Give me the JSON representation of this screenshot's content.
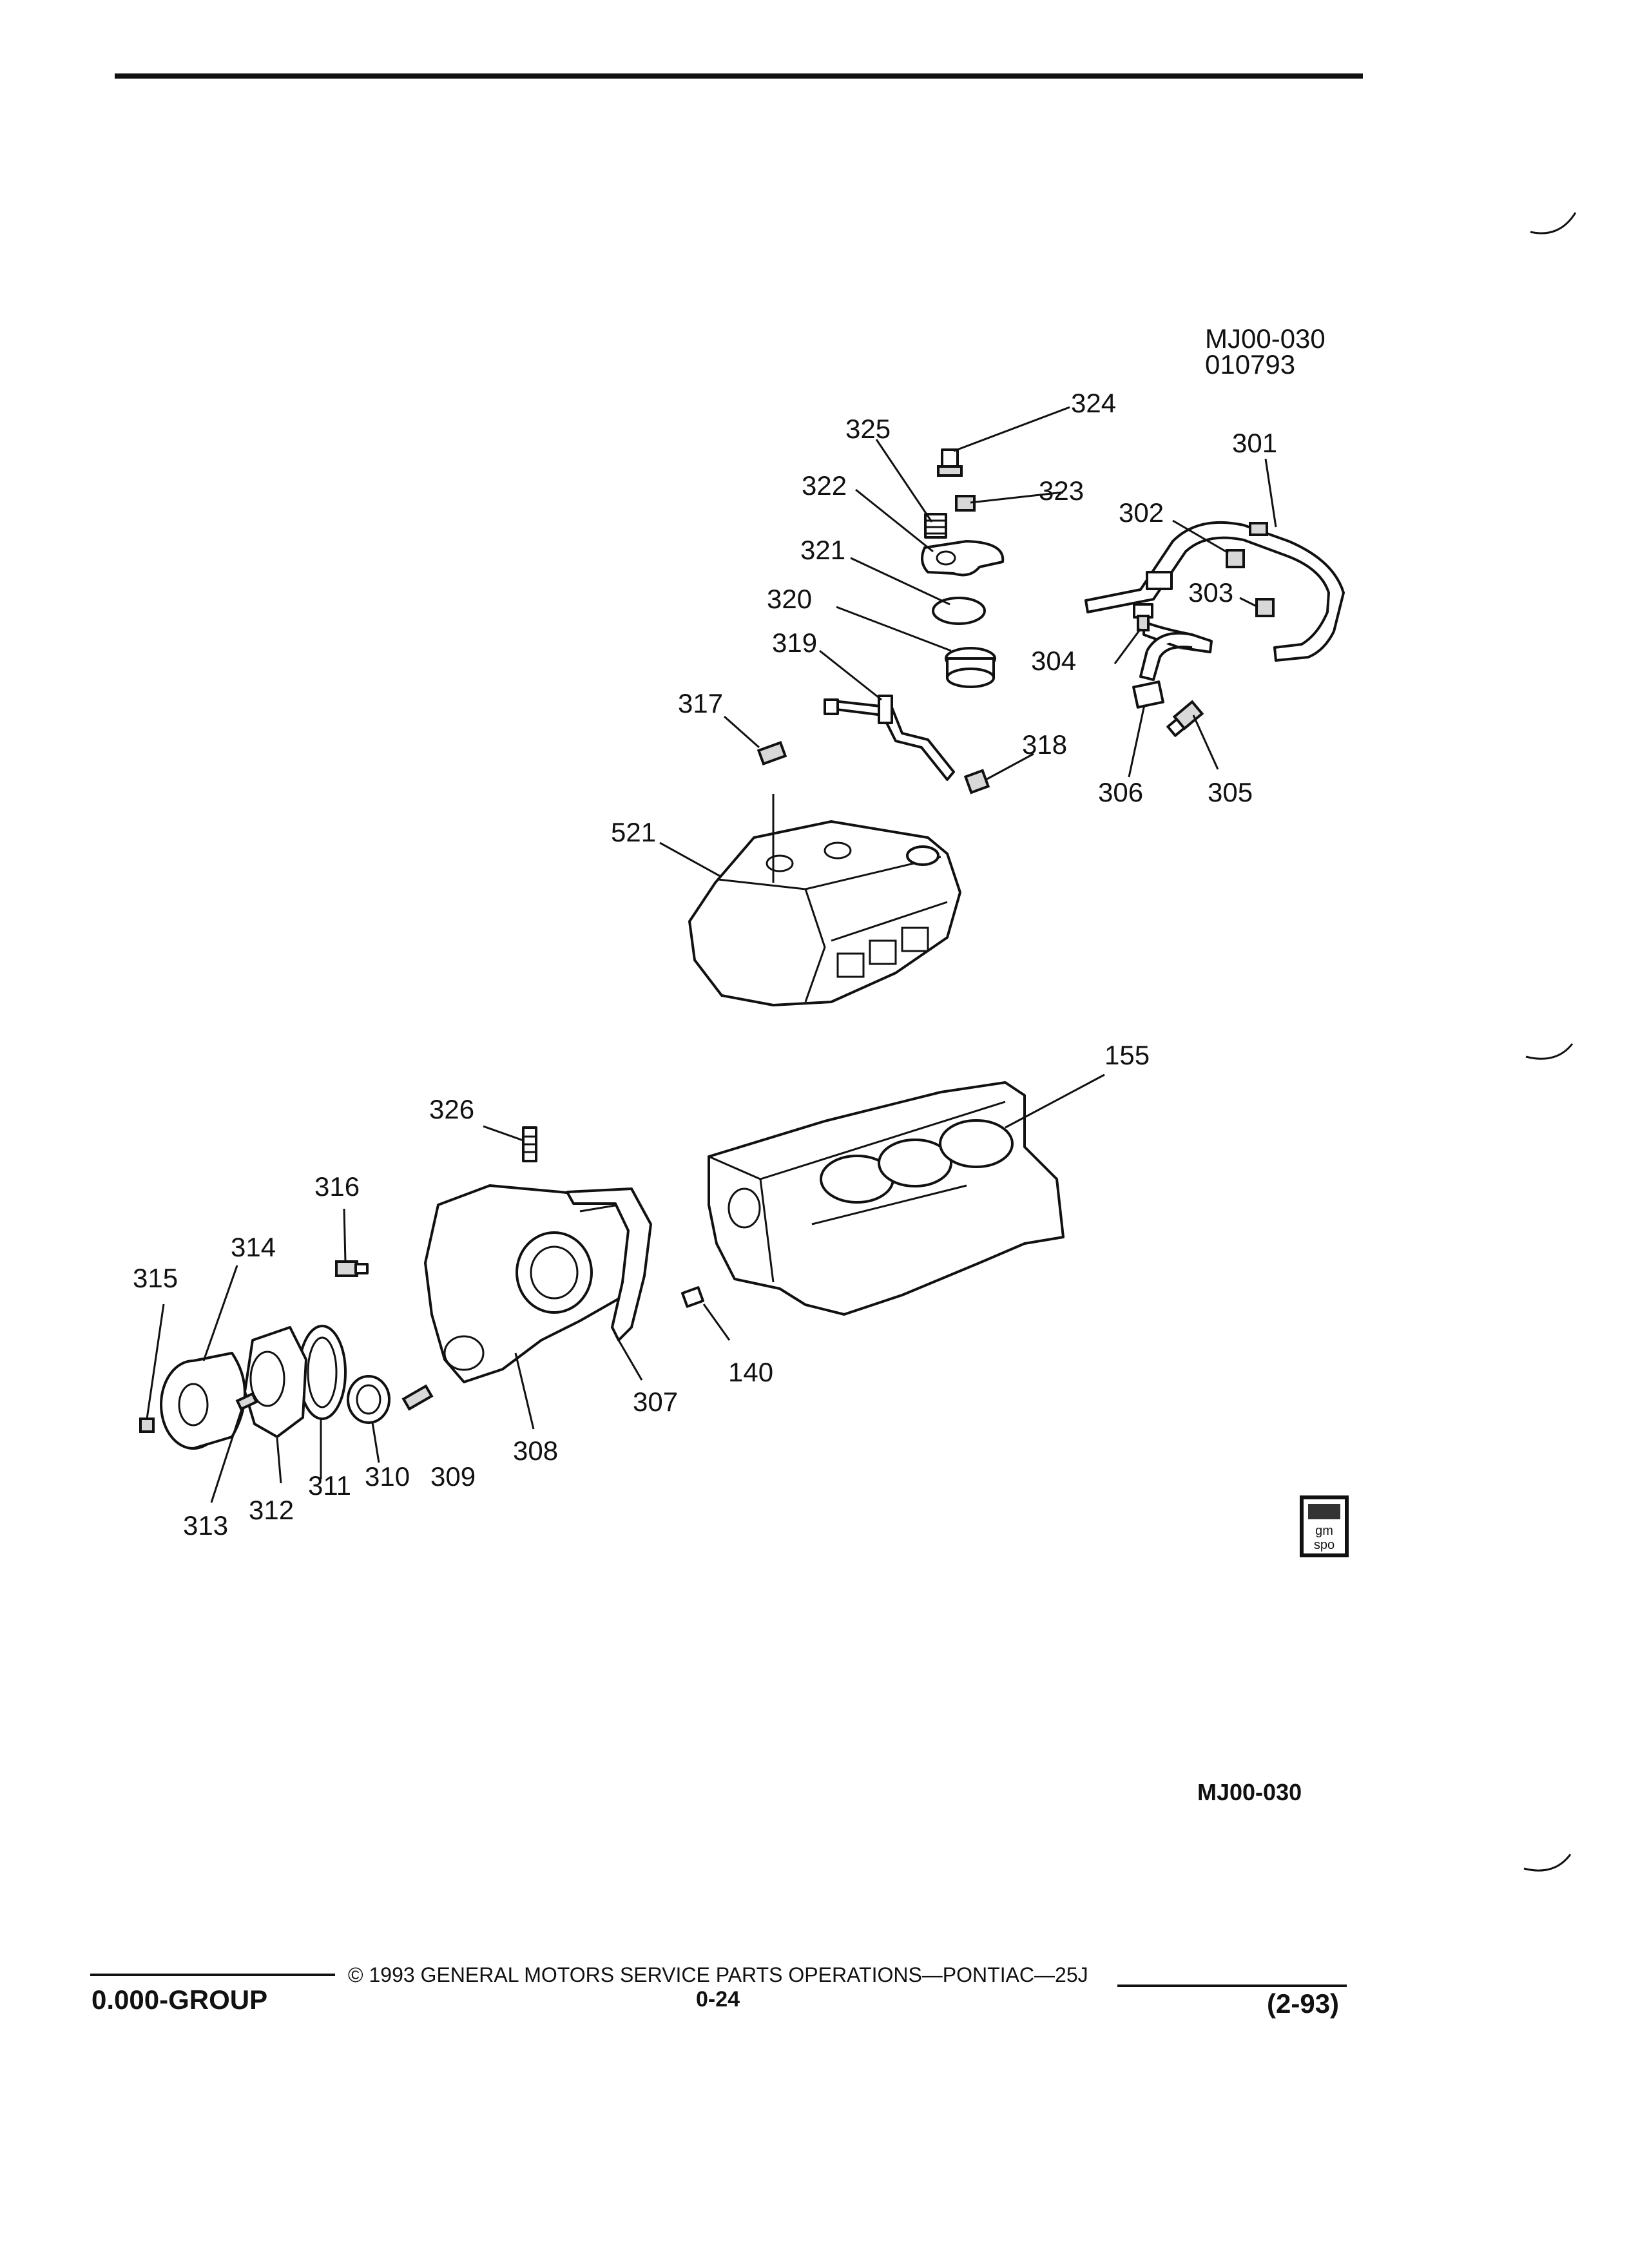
{
  "figure": {
    "id": "MJ00-030",
    "date_code": "010793",
    "bottom_ref": "MJ00-030"
  },
  "callouts": [
    {
      "id": "324",
      "part": "fitting-top"
    },
    {
      "id": "325",
      "part": "spring"
    },
    {
      "id": "322",
      "part": "thermostat-housing"
    },
    {
      "id": "323",
      "part": "bolt"
    },
    {
      "id": "321",
      "part": "o-ring"
    },
    {
      "id": "320",
      "part": "o-ring-lead"
    },
    {
      "id": "319",
      "part": "thermostat"
    },
    {
      "id": "317",
      "part": "sensor"
    },
    {
      "id": "318",
      "part": "pipe-fitting"
    },
    {
      "id": "301",
      "part": "coolant-pipe"
    },
    {
      "id": "302",
      "part": "nut"
    },
    {
      "id": "303",
      "part": "nut"
    },
    {
      "id": "304",
      "part": "stud"
    },
    {
      "id": "305",
      "part": "sensor"
    },
    {
      "id": "306",
      "part": "clamp"
    },
    {
      "id": "521",
      "part": "intake-manifold"
    },
    {
      "id": "155",
      "part": "engine-block"
    },
    {
      "id": "326",
      "part": "dowel"
    },
    {
      "id": "316",
      "part": "bolt"
    },
    {
      "id": "314",
      "part": "pulley"
    },
    {
      "id": "315",
      "part": "bolt"
    },
    {
      "id": "313",
      "part": "bolt"
    },
    {
      "id": "312",
      "part": "water-pump"
    },
    {
      "id": "311",
      "part": "gasket"
    },
    {
      "id": "310",
      "part": "seal"
    },
    {
      "id": "309",
      "part": "bolt"
    },
    {
      "id": "308",
      "part": "front-cover"
    },
    {
      "id": "307",
      "part": "gasket"
    },
    {
      "id": "140",
      "part": "dowel-pin"
    }
  ],
  "badge": {
    "line1": "gm",
    "line2": "spo"
  },
  "footer": {
    "group": "0.000-GROUP",
    "copyright": "© 1993 GENERAL MOTORS SERVICE PARTS OPERATIONS—PONTIAC—25J",
    "page": "0-24",
    "date": "(2-93)"
  }
}
